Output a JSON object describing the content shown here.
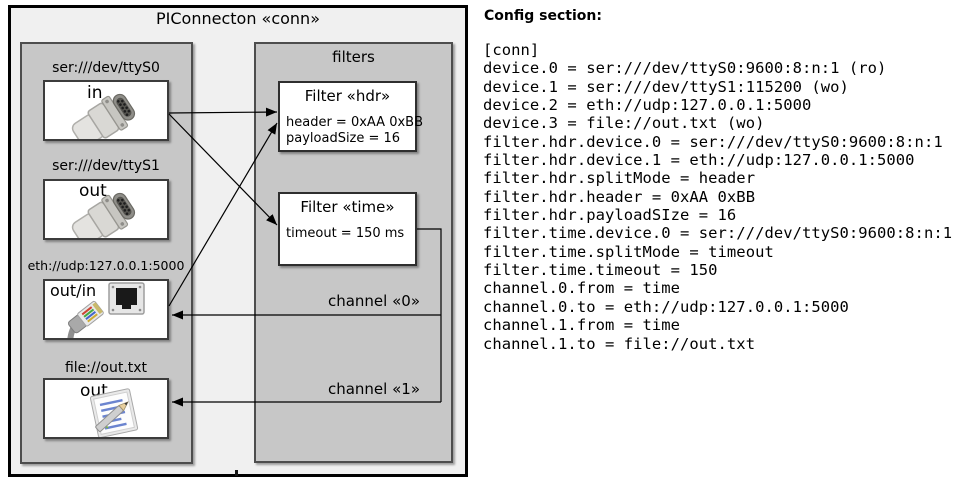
{
  "diagram": {
    "title": "PIConnecton «conn»",
    "filters_group_title": "filters",
    "devices": [
      {
        "address": "ser:///dev/ttyS0",
        "direction": "in",
        "icon": "serial-connector"
      },
      {
        "address": "ser:///dev/ttyS1",
        "direction": "out",
        "icon": "serial-connector"
      },
      {
        "address": "eth://udp:127.0.0.1:5000",
        "direction": "out/in",
        "icon": "ethernet-jack"
      },
      {
        "address": "file://out.txt",
        "direction": "out",
        "icon": "document-notepad"
      }
    ],
    "filters": [
      {
        "title": "Filter «hdr»",
        "attributes": [
          "header = 0xAA 0xBB",
          "payloadSize = 16"
        ]
      },
      {
        "title": "Filter «time»",
        "attributes": [
          "timeout = 150 ms"
        ]
      }
    ],
    "channels": [
      {
        "label": "channel «0»"
      },
      {
        "label": "channel «1»"
      }
    ]
  },
  "config": {
    "heading": "Config section:",
    "lines": [
      "[conn]",
      "device.0 = ser:///dev/ttyS0:9600:8:n:1 (ro)",
      "device.1 = ser:///dev/ttyS1:115200 (wo)",
      "device.2 = eth://udp:127.0.0.1:5000",
      "device.3 = file://out.txt (wo)",
      "filter.hdr.device.0 = ser:///dev/ttyS0:9600:8:n:1",
      "filter.hdr.device.1 = eth://udp:127.0.0.1:5000",
      "filter.hdr.splitMode = header",
      "filter.hdr.header = 0xAA 0xBB",
      "filter.hdr.payloadSIze = 16",
      "filter.time.device.0 = ser:///dev/ttyS0:9600:8:n:1",
      "filter.time.splitMode = timeout",
      "filter.time.timeout = 150",
      "channel.0.from = time",
      "channel.0.to = eth://udp:127.0.0.1:5000",
      "channel.1.from = time",
      "channel.1.to = file://out.txt"
    ]
  },
  "colors": {
    "outer_fill": "#f0f0f0",
    "group_fill": "#c7c7c7",
    "box_fill": "#ffffff",
    "line": "#000000"
  }
}
